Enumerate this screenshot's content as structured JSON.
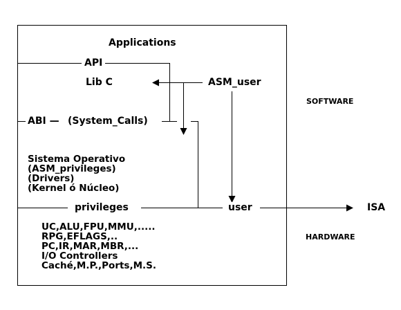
{
  "labels": {
    "applications": "Applications",
    "api": "API",
    "lib_c": "Lib C",
    "asm_user": "ASM_user",
    "abi": "ABI —",
    "system_calls": "(System_Calls)",
    "privileges": "privileges",
    "user": "user",
    "isa": "ISA",
    "software": "SOFTWARE",
    "hardware": "HARDWARE"
  },
  "os_block": [
    "Sistema Operativo",
    "(ASM_privileges)",
    "(Drivers)",
    "(Kernel ó Núcleo)"
  ],
  "hw_block": [
    "UC,ALU,FPU,MMU,.....",
    "RPG,EFLAGS,..",
    "PC,IR,MAR,MBR,...",
    "I/O Controllers",
    "Caché,M.P.,Ports,M.S."
  ]
}
